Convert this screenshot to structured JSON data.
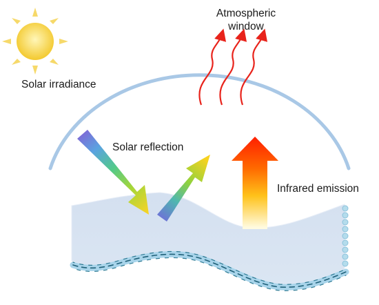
{
  "labels": {
    "solar_irradiance": "Solar irradiance",
    "atmospheric_window_line1": "Atmospheric",
    "atmospheric_window_line2": "window",
    "solar_reflection": "Solar reflection",
    "infrared_emission": "Infrared emission"
  },
  "colors": {
    "sun": "#f6d23f",
    "sky_arc": "#a9c8e6",
    "fabric": "#d7e3f2",
    "escaping_rays": "#e8231b",
    "emission_top": "#ff2a00",
    "emission_bottom": "#fff9d6",
    "fiber_light": "#a8d4ea",
    "fiber_dark": "#1f6078"
  },
  "icons": {
    "sun": "sun-icon",
    "incoming_ray": "solar-ray-arrow-icon",
    "reflected_ray": "reflected-ray-arrow-icon",
    "emission": "infrared-emission-arrow-icon",
    "escape": "atmospheric-escape-arrow-icon"
  }
}
